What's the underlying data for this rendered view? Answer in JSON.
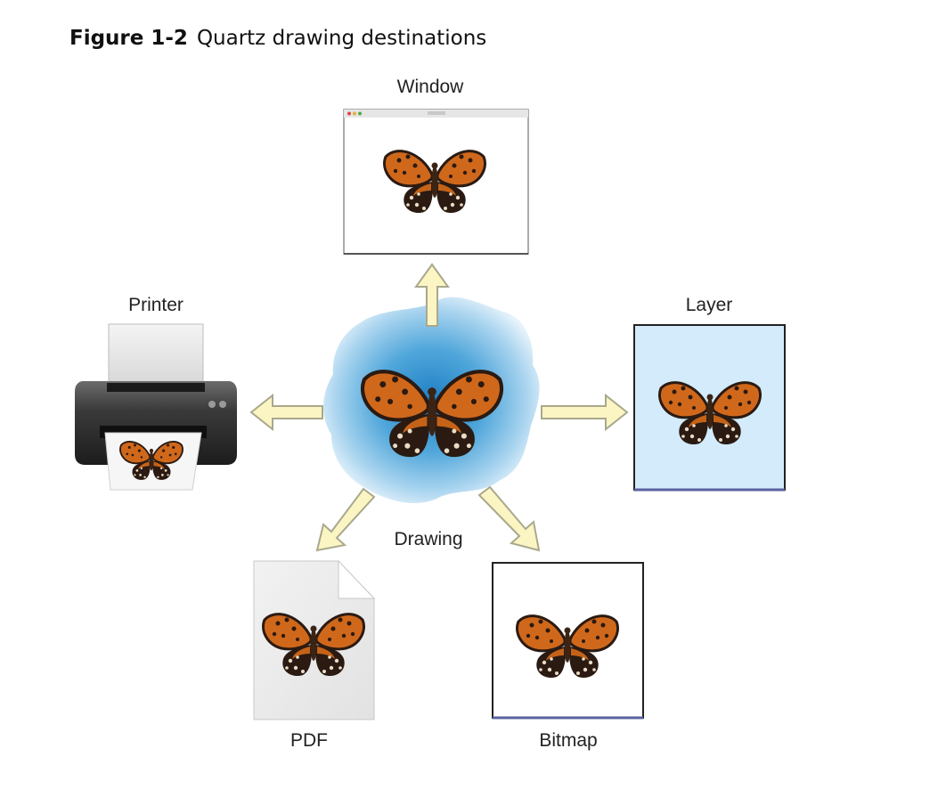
{
  "figure": {
    "number": "Figure 1-2",
    "title": "Quartz drawing destinations"
  },
  "labels": {
    "window": "Window",
    "printer": "Printer",
    "layer": "Layer",
    "drawing": "Drawing",
    "pdf": "PDF",
    "bitmap": "Bitmap"
  },
  "colors": {
    "arrow_fill": "#fbf5c4",
    "arrow_stroke": "#a9a88c",
    "cloud": "#2f8fcf",
    "layer_bg": "#d3ebfb",
    "wing_orange": "#d0681b",
    "wing_dark": "#2a1a12"
  }
}
